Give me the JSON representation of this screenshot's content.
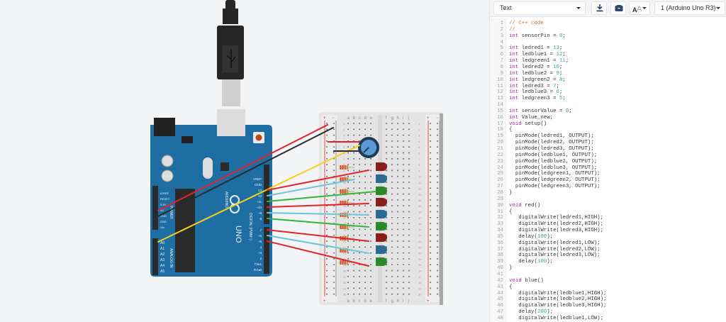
{
  "toolbar": {
    "mode_select": "Text",
    "download_icon": "download-icon",
    "library_icon": "library-icon",
    "font_size_icon": "font-size-icon",
    "device_select": "1 (Arduino Uno R3)"
  },
  "circuit": {
    "board": {
      "name": "Arduino Uno R3",
      "brand_label": "ARDUINO",
      "model_label": "UNO",
      "power_label": "POWER",
      "analog_label": "ANALOG IN",
      "digital_label": "DIGITAL (PWM~)",
      "on_label": "ON",
      "power_pins": [
        "IOREF",
        "RESET",
        "3.3V",
        "5V",
        "GND",
        "GND",
        "Vin"
      ],
      "analog_pins": [
        "A0",
        "A1",
        "A2",
        "A3",
        "A4",
        "A5"
      ],
      "digital_pins_top": [
        "AREF",
        "GND",
        "13",
        "12",
        "~11",
        "~10",
        "~9",
        "8"
      ],
      "digital_pins_bottom": [
        "7",
        "~6",
        "~5",
        "4",
        "~3",
        "2",
        "TX▸1",
        "RX◂0"
      ],
      "tx_label": "TX",
      "rx_label": "RX",
      "l_label": "L"
    },
    "breadboard": {
      "columns_left": [
        "a",
        "b",
        "c",
        "d",
        "e"
      ],
      "columns_right": [
        "f",
        "g",
        "h",
        "i",
        "j"
      ],
      "rows": 30,
      "rail_plus": "+",
      "rail_minus": "−"
    },
    "leds": [
      {
        "color": "red",
        "hex": "#8b1d1d"
      },
      {
        "color": "blue",
        "hex": "#2a6a93"
      },
      {
        "color": "green",
        "hex": "#2a8a2a"
      },
      {
        "color": "red",
        "hex": "#8b1d1d"
      },
      {
        "color": "blue",
        "hex": "#2a6a93"
      },
      {
        "color": "green",
        "hex": "#2a8a2a"
      },
      {
        "color": "red",
        "hex": "#8b1d1d"
      },
      {
        "color": "blue",
        "hex": "#2a6a93"
      },
      {
        "color": "green",
        "hex": "#2a8a2a"
      }
    ],
    "wire_colors": {
      "red": "#e0242c",
      "black": "#2b2b2b",
      "yellow": "#f2d21b",
      "blue": "#6cc6d8",
      "green": "#35b53a"
    }
  },
  "code_lines": [
    {
      "n": "1",
      "t": [
        [
          "cm",
          "// C++ code"
        ]
      ]
    },
    {
      "n": "2",
      "t": [
        [
          "cm",
          "//"
        ]
      ]
    },
    {
      "n": "3",
      "t": [
        [
          "kw",
          "int"
        ],
        [
          "",
          "sensorPin = "
        ],
        [
          "nm",
          "0"
        ],
        [
          "",
          ";"
        ]
      ]
    },
    {
      "n": "4",
      "t": []
    },
    {
      "n": "5",
      "t": [
        [
          "kw",
          "int"
        ],
        [
          "",
          "ledred1 = "
        ],
        [
          "nm",
          "13"
        ],
        [
          "",
          ";"
        ]
      ]
    },
    {
      "n": "6",
      "t": [
        [
          "kw",
          "int"
        ],
        [
          "",
          "ledblue1 = "
        ],
        [
          "nm",
          "12"
        ],
        [
          "",
          ";"
        ]
      ]
    },
    {
      "n": "7",
      "t": [
        [
          "kw",
          "int"
        ],
        [
          "",
          "ledgreen1 = "
        ],
        [
          "nm",
          "11"
        ],
        [
          "",
          ";"
        ]
      ]
    },
    {
      "n": "8",
      "t": [
        [
          "kw",
          "int"
        ],
        [
          "",
          "ledred2 = "
        ],
        [
          "nm",
          "10"
        ],
        [
          "",
          ";"
        ]
      ]
    },
    {
      "n": "9",
      "t": [
        [
          "kw",
          "int"
        ],
        [
          "",
          "ledblue2 = "
        ],
        [
          "nm",
          "9"
        ],
        [
          "",
          ";"
        ]
      ]
    },
    {
      "n": "10",
      "t": [
        [
          "kw",
          "int"
        ],
        [
          "",
          "ledgreen2 = "
        ],
        [
          "nm",
          "8"
        ],
        [
          "",
          ";"
        ]
      ]
    },
    {
      "n": "11",
      "t": [
        [
          "kw",
          "int"
        ],
        [
          "",
          "ledred3 = "
        ],
        [
          "nm",
          "7"
        ],
        [
          "",
          ";"
        ]
      ]
    },
    {
      "n": "12",
      "t": [
        [
          "kw",
          "int"
        ],
        [
          "",
          "ledblue3 = "
        ],
        [
          "nm",
          "6"
        ],
        [
          "",
          ";"
        ]
      ]
    },
    {
      "n": "13",
      "t": [
        [
          "kw",
          "int"
        ],
        [
          "",
          "ledgreen3 = "
        ],
        [
          "nm",
          "5"
        ],
        [
          "",
          ";"
        ]
      ]
    },
    {
      "n": "14",
      "t": []
    },
    {
      "n": "15",
      "t": [
        [
          "kw",
          "int"
        ],
        [
          "",
          "sensorValue = "
        ],
        [
          "nm",
          "0"
        ],
        [
          "",
          ";"
        ]
      ]
    },
    {
      "n": "16",
      "t": [
        [
          "kw",
          "int"
        ],
        [
          "",
          "Value_new;"
        ]
      ]
    },
    {
      "n": "17",
      "t": [
        [
          "kw",
          "void"
        ],
        [
          "",
          "setup()"
        ]
      ]
    },
    {
      "n": "18",
      "t": [
        [
          "",
          "{"
        ]
      ]
    },
    {
      "n": "19",
      "t": [
        [
          "",
          "  pinMode(ledred1, OUTPUT);"
        ]
      ]
    },
    {
      "n": "20",
      "t": [
        [
          "",
          "  pinMode(ledred2, OUTPUT);"
        ]
      ]
    },
    {
      "n": "21",
      "t": [
        [
          "",
          "  pinMode(ledred3, OUTPUT);"
        ]
      ]
    },
    {
      "n": "22",
      "t": [
        [
          "",
          "  pinMode(ledblue1, OUTPUT);"
        ]
      ]
    },
    {
      "n": "23",
      "t": [
        [
          "",
          "  pinMode(ledblue2, OUTPUT);"
        ]
      ]
    },
    {
      "n": "24",
      "t": [
        [
          "",
          "  pinMode(ledblue3, OUTPUT);"
        ]
      ]
    },
    {
      "n": "25",
      "t": [
        [
          "",
          "  pinMode(ledgreen1, OUTPUT);"
        ]
      ]
    },
    {
      "n": "26",
      "t": [
        [
          "",
          "  pinMode(ledgreen2, OUTPUT);"
        ]
      ]
    },
    {
      "n": "27",
      "t": [
        [
          "",
          "  pinMode(ledgreen3, OUTPUT);"
        ]
      ]
    },
    {
      "n": "28",
      "t": [
        [
          "",
          "}"
        ]
      ]
    },
    {
      "n": "29",
      "t": []
    },
    {
      "n": "30",
      "t": [
        [
          "kw",
          "void"
        ],
        [
          "",
          "red()"
        ]
      ]
    },
    {
      "n": "31",
      "t": [
        [
          "",
          "{"
        ]
      ]
    },
    {
      "n": "32",
      "t": [
        [
          "",
          "   digitalWrite(ledred1,HIGH);"
        ]
      ]
    },
    {
      "n": "33",
      "t": [
        [
          "",
          "   digitalWrite(ledred2,HIGH);"
        ]
      ]
    },
    {
      "n": "34",
      "t": [
        [
          "",
          "   digitalWrite(ledred3,HIGH);"
        ]
      ]
    },
    {
      "n": "35",
      "t": [
        [
          "",
          "   delay("
        ],
        [
          "nm",
          "100"
        ],
        [
          "",
          ");"
        ]
      ]
    },
    {
      "n": "36",
      "t": [
        [
          "",
          "   digitalWrite(ledred1,LOW);"
        ]
      ]
    },
    {
      "n": "37",
      "t": [
        [
          "",
          "   digitalWrite(ledred2,LOW);"
        ]
      ]
    },
    {
      "n": "38",
      "t": [
        [
          "",
          "   digitalWrite(ledred3,LOW);"
        ]
      ]
    },
    {
      "n": "39",
      "t": [
        [
          "",
          "   delay("
        ],
        [
          "nm",
          "100"
        ],
        [
          "",
          ");"
        ]
      ]
    },
    {
      "n": "40",
      "t": [
        [
          "",
          "}"
        ]
      ]
    },
    {
      "n": "41",
      "t": []
    },
    {
      "n": "42",
      "t": [
        [
          "kw",
          "void"
        ],
        [
          "",
          "blue()"
        ]
      ]
    },
    {
      "n": "43",
      "t": [
        [
          "",
          "{"
        ]
      ]
    },
    {
      "n": "44",
      "t": [
        [
          "",
          "   digitalWrite(ledblue1,HIGH);"
        ]
      ]
    },
    {
      "n": "45",
      "t": [
        [
          "",
          "   digitalWrite(ledblue2,HIGH);"
        ]
      ]
    },
    {
      "n": "46",
      "t": [
        [
          "",
          "   digitalWrite(ledblue3,HIGH);"
        ]
      ]
    },
    {
      "n": "47",
      "t": [
        [
          "",
          "   delay("
        ],
        [
          "nm",
          "200"
        ],
        [
          "",
          ");"
        ]
      ]
    },
    {
      "n": "48",
      "t": [
        [
          "",
          "   digitalWrite(ledblue1,LOW);"
        ]
      ]
    }
  ]
}
